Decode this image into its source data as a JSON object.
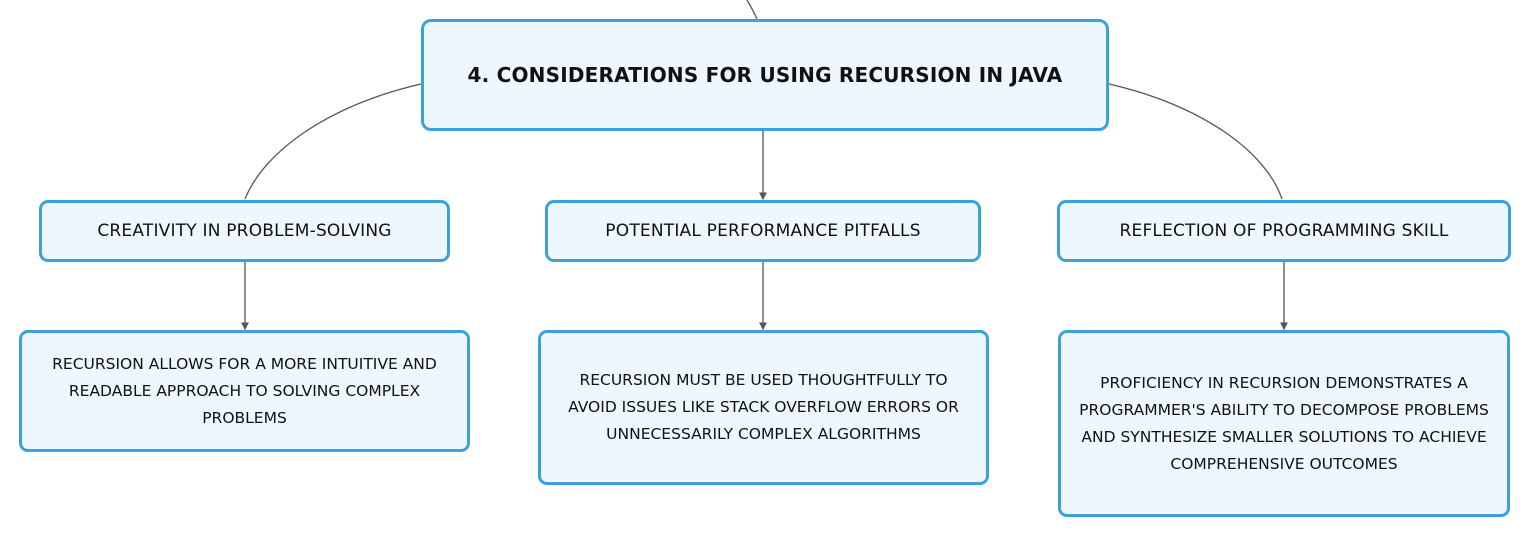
{
  "root": {
    "label": "4. CONSIDERATIONS FOR USING RECURSION IN JAVA"
  },
  "branches": [
    {
      "label": "CREATIVITY IN PROBLEM-SOLVING",
      "detail": "RECURSION ALLOWS FOR A MORE INTUITIVE AND READABLE APPROACH TO SOLVING COMPLEX PROBLEMS"
    },
    {
      "label": "POTENTIAL PERFORMANCE PITFALLS",
      "detail": "RECURSION MUST BE USED THOUGHTFULLY TO AVOID ISSUES LIKE STACK OVERFLOW ERRORS OR UNNECESSARILY COMPLEX ALGORITHMS"
    },
    {
      "label": "REFLECTION OF PROGRAMMING SKILL",
      "detail": "PROFICIENCY IN RECURSION DEMONSTRATES A PROGRAMMER'S ABILITY TO DECOMPOSE PROBLEMS AND SYNTHESIZE SMALLER SOLUTIONS TO ACHIEVE COMPREHENSIVE OUTCOMES"
    }
  ],
  "colors": {
    "node_border": "#3ba1dc",
    "node_fill": "#eef7fd",
    "connector": "#555555",
    "text": "#111111"
  }
}
